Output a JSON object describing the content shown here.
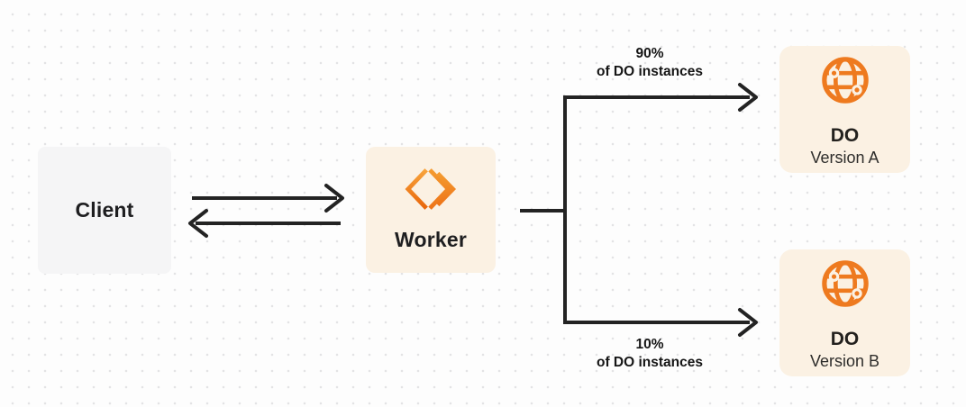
{
  "nodes": {
    "client": {
      "label": "Client"
    },
    "worker": {
      "label": "Worker"
    },
    "do_version_a": {
      "title": "DO",
      "subtitle": "Version A"
    },
    "do_version_b": {
      "title": "DO",
      "subtitle": "Version B"
    }
  },
  "branches": {
    "top": {
      "percent": "90%",
      "caption": "of DO instances"
    },
    "bottom": {
      "percent": "10%",
      "caption": "of DO instances"
    }
  },
  "icons": {
    "worker": "cloudflare-workers-logo-icon",
    "durable_object": "durable-object-globe-icon"
  },
  "colors": {
    "background": "#FDFDFD",
    "dot_grid": "#E3E3E5",
    "client_box": "#F5F5F6",
    "cream_box": "#FBF1E3",
    "accent_orange": "#EE7A1F",
    "line_dark": "#232323",
    "text_dark": "#1E1E20"
  }
}
